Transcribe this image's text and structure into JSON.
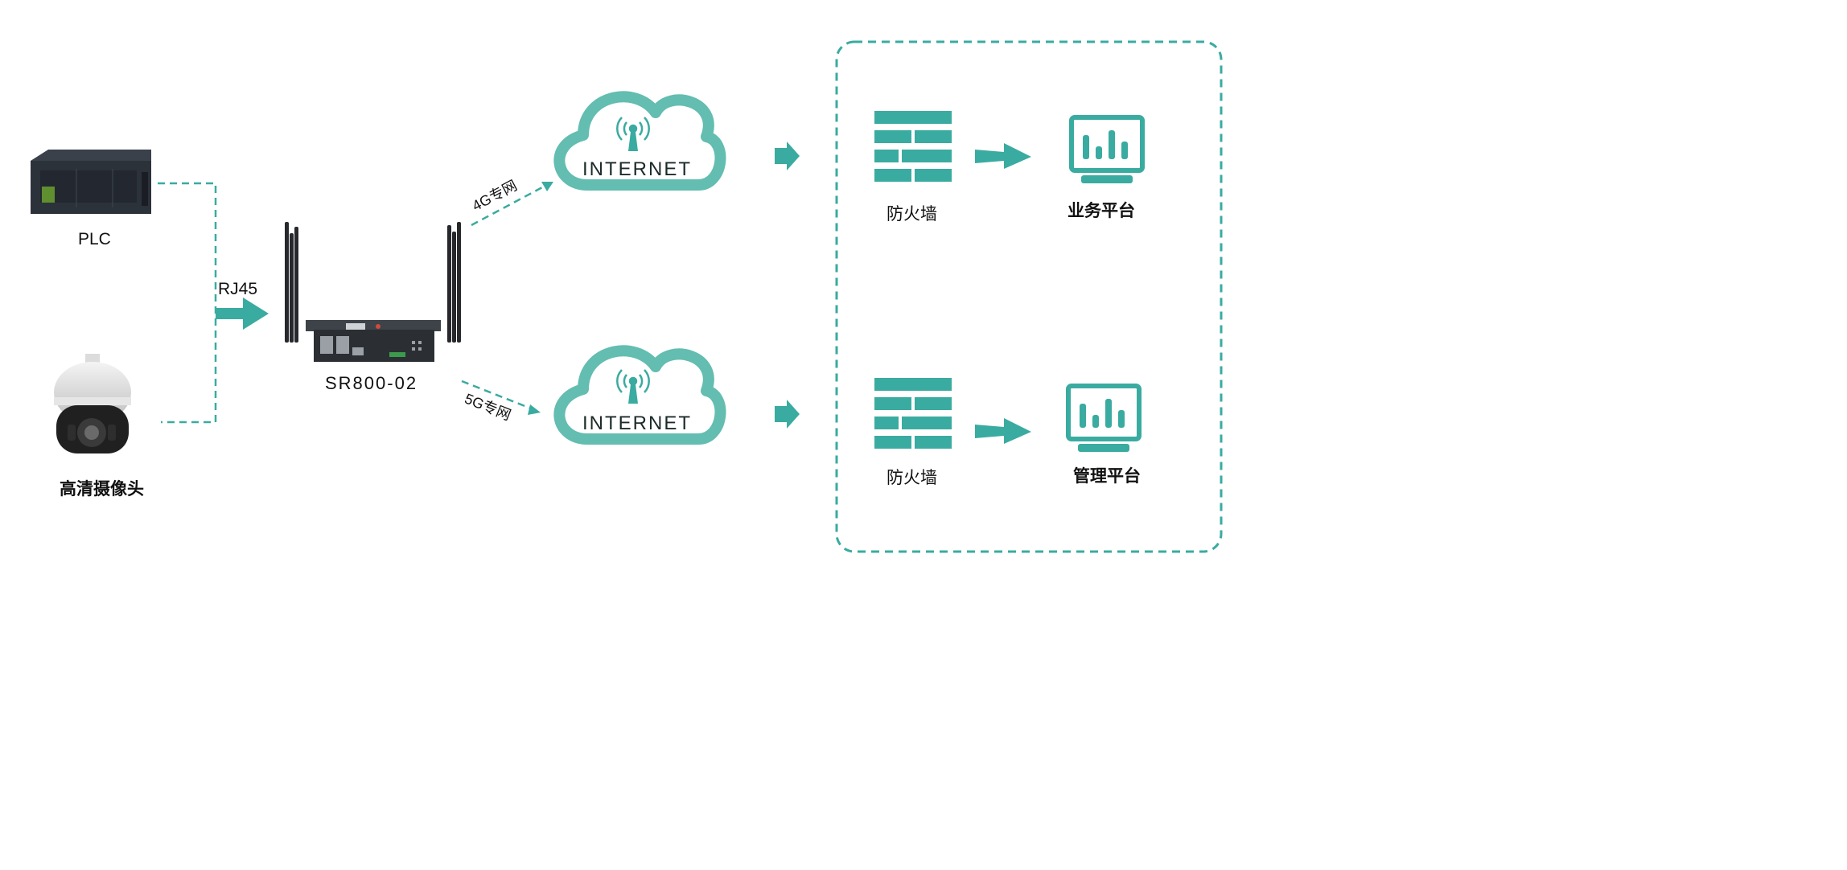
{
  "colors": {
    "teal": "#3aaba0",
    "cloud": "#63bdb1",
    "device": "#2a2f36"
  },
  "devices": {
    "plc_label": "PLC",
    "camera_label": "高清摄像头",
    "link_label": "RJ45",
    "router_label": "SR800-02"
  },
  "links": {
    "upper_label": "4G专网",
    "lower_label": "5G专网"
  },
  "clouds": {
    "upper_label": "INTERNET",
    "lower_label": "INTERNET"
  },
  "platform_top": {
    "firewall_label": "防火墙",
    "target_label": "业务平台"
  },
  "platform_bottom": {
    "firewall_label": "防火墙",
    "target_label": "管理平台"
  },
  "icons": [
    "plc-device-image",
    "camera-device-image",
    "router-device-image",
    "antenna-icon",
    "firewall-icon",
    "monitor-chart-icon",
    "arrow-icon"
  ]
}
